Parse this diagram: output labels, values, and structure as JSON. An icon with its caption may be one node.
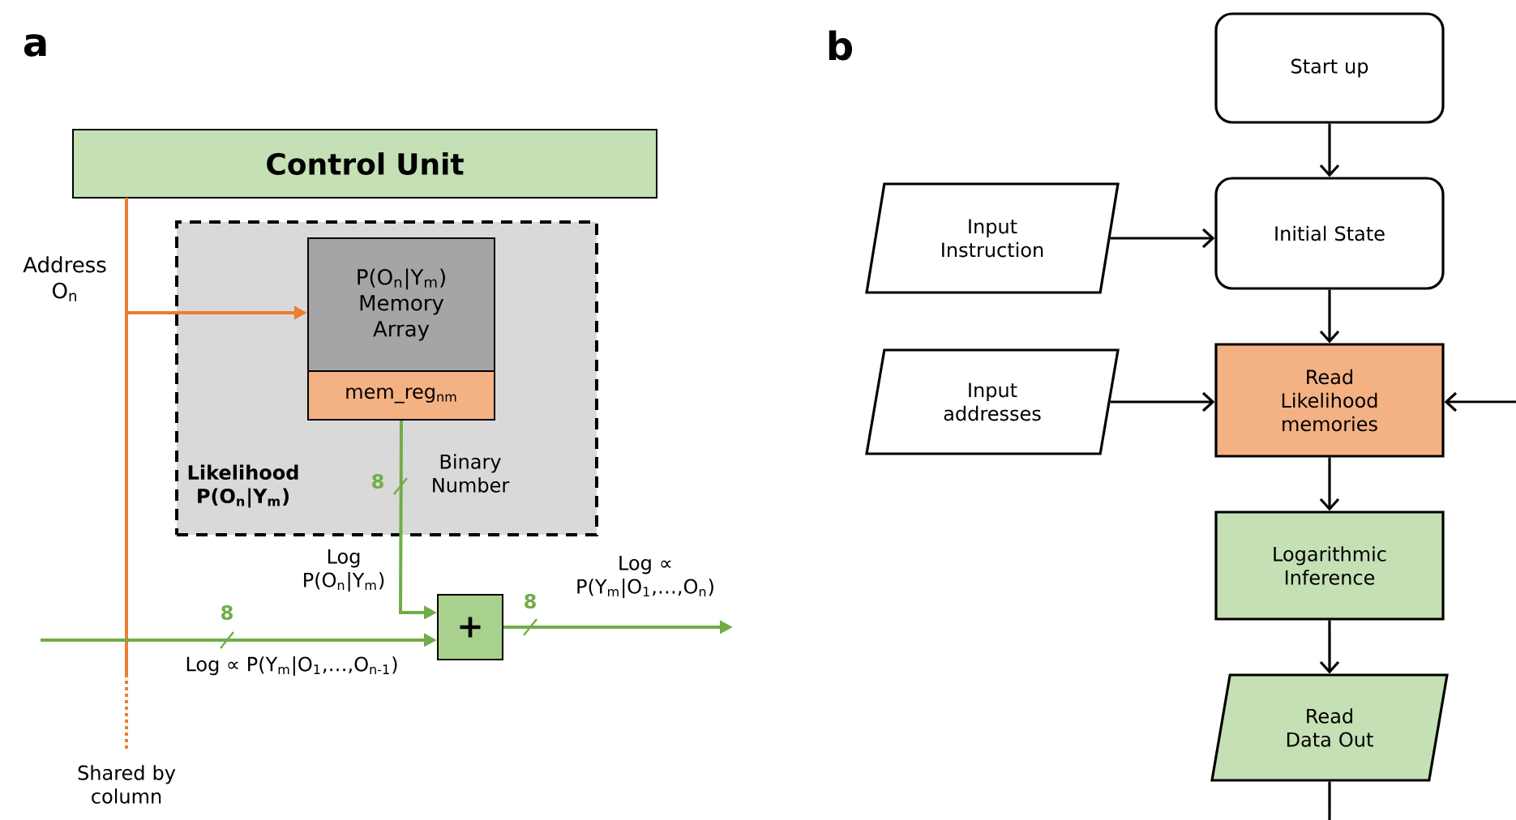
{
  "diagram": {
    "nodes": [
      {
        "text": [
          "Control Unit"
        ]
      },
      {
        "text": [
          "Likelihood P(O$_{n}$|Y$_{m}$)"
        ]
      },
      {
        "text": [
          "P(O$_{n}$|Y$_{m}$) Memory Array"
        ],
        "in": 1
      },
      {
        "text": [
          "mem_reg$_{nm}$"
        ],
        "in": 1
      },
      {
        "text": [
          "+"
        ]
      },
      {
        "text": [
          "Start up"
        ]
      },
      {
        "text": [
          "Input Instruction"
        ]
      },
      {
        "text": [
          "Initial State"
        ]
      },
      {
        "text": [
          "Input addresses"
        ]
      },
      {
        "text": [
          "Read Likelihood memories"
        ]
      },
      {
        "text": [
          "Logarithmic Inference"
        ]
      },
      {
        "text": [
          "Read Data Out"
        ]
      }
    ],
    "edges": [
      {
        "from": 0,
        "to": 2,
        "arrow": "to",
        "color": "#ed7d31"
      },
      {
        "from": 3,
        "to": 4,
        "arrow": "to",
        "color": "#70ad47"
      },
      {
        "from": null,
        "to": 4,
        "arrow": "to",
        "color": "#70ad47"
      },
      {
        "from": 4,
        "to": null,
        "arrow": "to",
        "color": "#70ad47"
      },
      {
        "from": 5,
        "to": 7,
        "arrow": "to"
      },
      {
        "from": 6,
        "to": 7,
        "arrow": "to"
      },
      {
        "from": 7,
        "to": 9,
        "arrow": "to"
      },
      {
        "from": 8,
        "to": 9,
        "arrow": "to"
      },
      {
        "from": 9,
        "to": 10,
        "arrow": "to"
      },
      {
        "from": 10,
        "to": 11,
        "arrow": "to"
      },
      {
        "from": 11,
        "to": null,
        "arrow": "none"
      },
      {
        "from": null,
        "to": 9,
        "arrow": "to"
      }
    ],
    "labels": [
      "a",
      "b",
      "Address O$_{n}$",
      "8",
      "Binary Number",
      "Log P(O$_{n}$|Y$_{m}$)",
      "8",
      "Log ∝ P(Y$_{m}$|O$_{1}$,…,O$_{n-1}$)",
      "8",
      "Log ∝ P(Y$_{m}$|O$_{1}$,…,O$_{n}$)",
      "Shared by column"
    ]
  }
}
